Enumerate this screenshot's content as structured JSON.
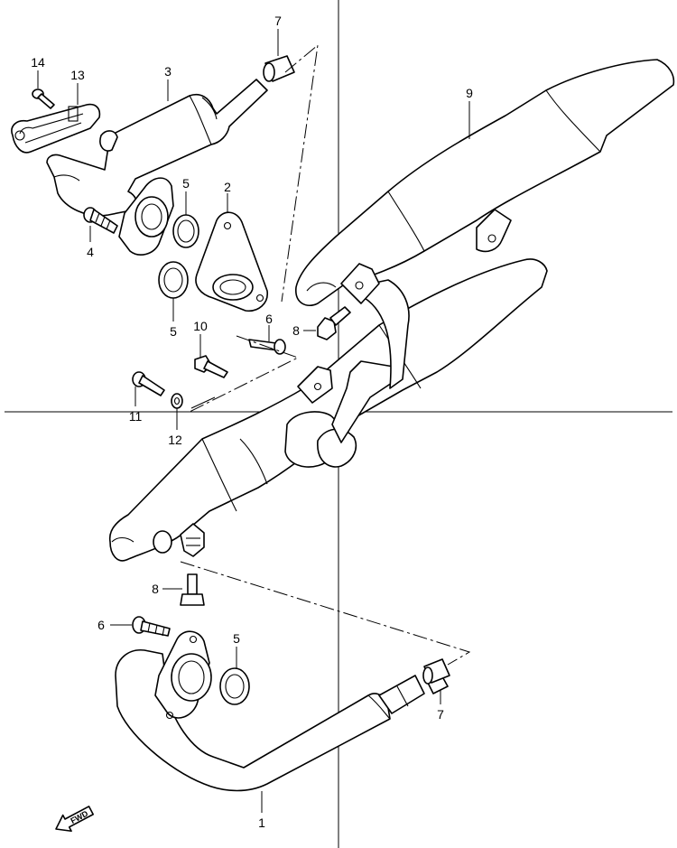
{
  "callouts": {
    "c1": "1",
    "c2": "2",
    "c3": "3",
    "c4": "4",
    "c5a": "5",
    "c5b": "5",
    "c5c": "5",
    "c6a": "6",
    "c6b": "6",
    "c7a": "7",
    "c7b": "7",
    "c8a": "8",
    "c8b": "8",
    "c9": "9",
    "c10": "10",
    "c11": "11",
    "c12": "12",
    "c13": "13",
    "c14": "14"
  },
  "fwd_arrow": {
    "label": "FWD"
  }
}
